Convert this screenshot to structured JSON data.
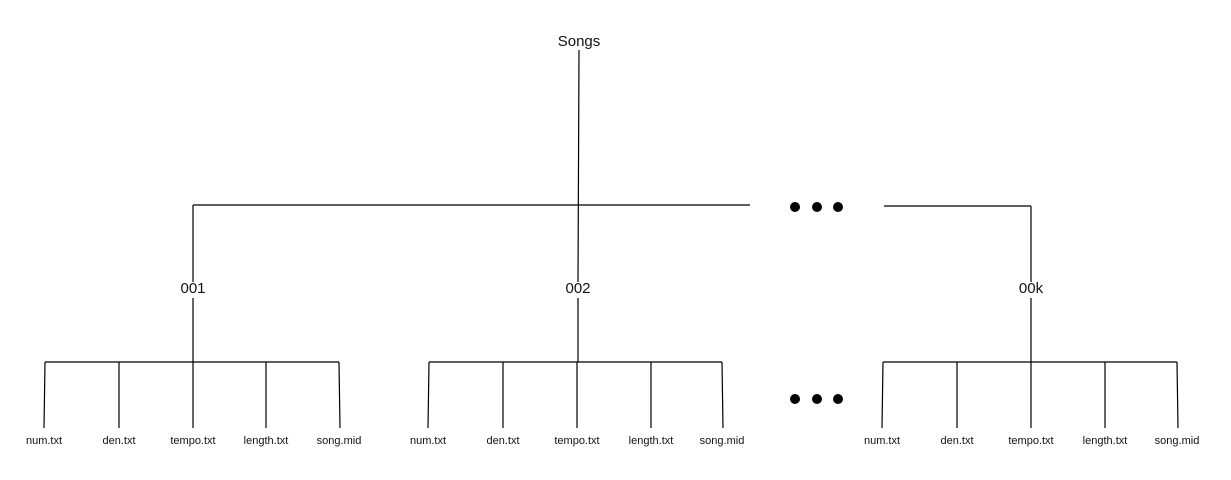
{
  "root": {
    "label": "Songs"
  },
  "folders": [
    {
      "label": "001",
      "files": [
        "num.txt",
        "den.txt",
        "tempo.txt",
        "length.txt",
        "song.mid"
      ]
    },
    {
      "label": "002",
      "files": [
        "num.txt",
        "den.txt",
        "tempo.txt",
        "length.txt",
        "song.mid"
      ]
    },
    {
      "label": "00k",
      "files": [
        "num.txt",
        "den.txt",
        "tempo.txt",
        "length.txt",
        "song.mid"
      ]
    }
  ],
  "ellipsis": "• • •"
}
